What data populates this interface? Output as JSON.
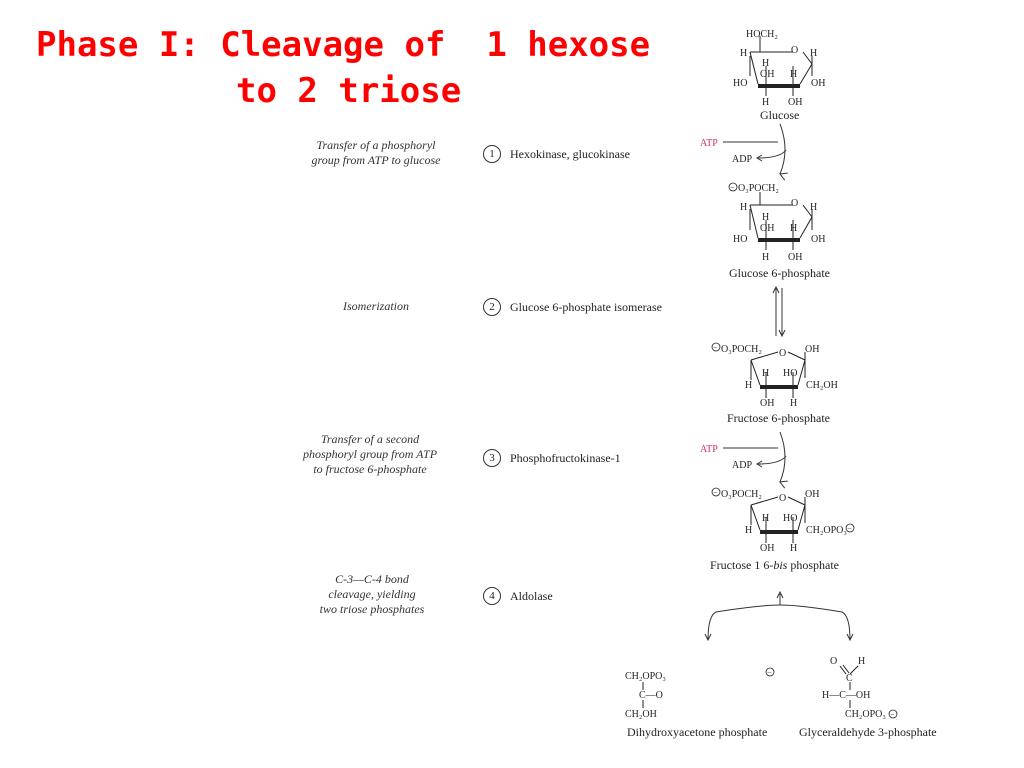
{
  "title": {
    "line1": "Phase I: Cleavage of  1 hexose",
    "line2": "to 2 triose"
  },
  "steps": [
    {
      "num": "1",
      "enzyme": "Hexokinase, glucokinase",
      "description": "Transfer of a phosphoryl\ngroup from ATP to glucose"
    },
    {
      "num": "2",
      "enzyme": "Glucose 6-phosphate isomerase",
      "description": "Isomerization"
    },
    {
      "num": "3",
      "enzyme": "Phosphofructokinase-1",
      "description": "Transfer of a second\nphosphoryl group from ATP\nto fructose 6-phosphate"
    },
    {
      "num": "4",
      "enzyme": "Aldolase",
      "description": "C-3—C-4 bond\ncleavage, yielding\ntwo triose phosphates"
    }
  ],
  "compounds": {
    "glucose": "Glucose",
    "g6p": "Glucose 6-phosphate",
    "f6p": "Fructose 6-phosphate",
    "f16bp_a": "Fructose 1 6-",
    "f16bp_b": "bis",
    "f16bp_c": " phosphate",
    "dhap": "Dihydroxyacetone phosphate",
    "g3p": "Glyceraldehyde 3-phosphate"
  },
  "cofactors": {
    "atp": "ATP",
    "adp": "ADP"
  },
  "labels": {
    "hoch2": "HOCH₂",
    "o3poch2": "O₃POCH₂",
    "ring_o": "O",
    "h": "H",
    "ho": "HO",
    "oh": "OH",
    "ch2oh": "CH₂OH",
    "ch2opo3": "CH₂OPO₃",
    "c": "C",
    "co": "C—O",
    "hcoh": "H—C—OH",
    "o": "O",
    "minus": "−"
  },
  "colors": {
    "title": "#ff0000",
    "atp": "#cc3366"
  }
}
